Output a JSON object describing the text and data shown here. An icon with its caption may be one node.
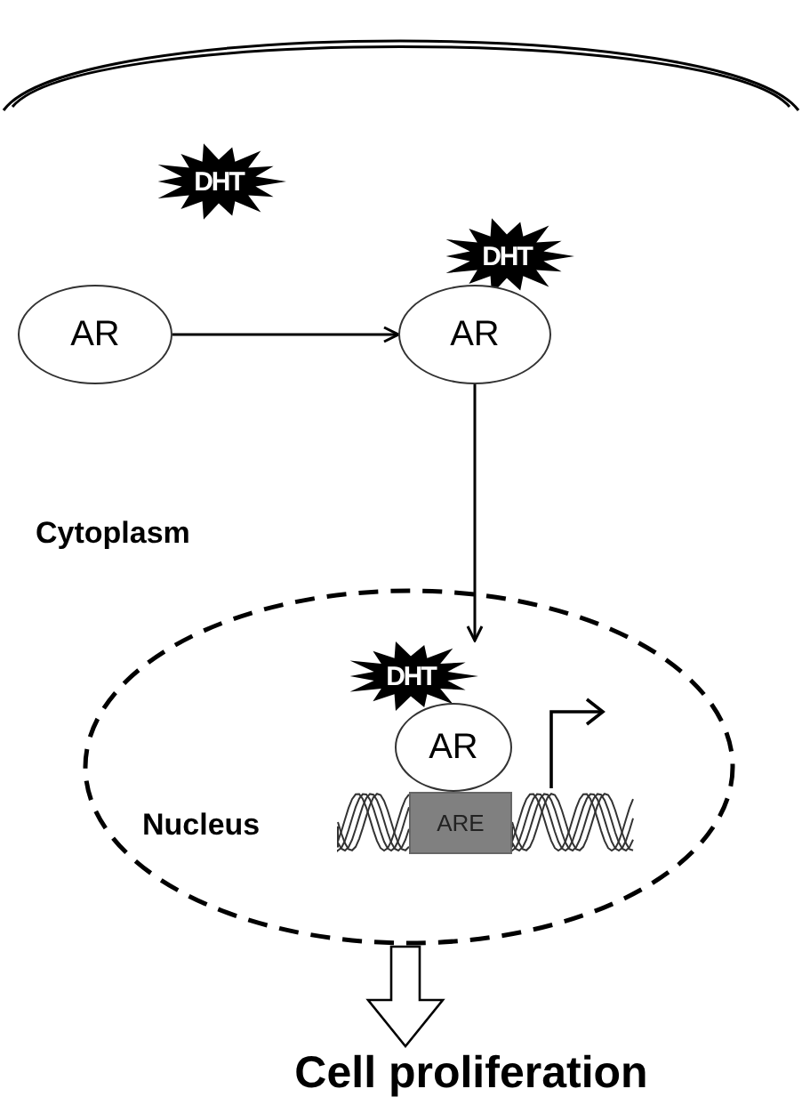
{
  "diagram": {
    "nodes": [
      {
        "text": [
          "DHT"
        ]
      },
      {
        "text": [
          "AR"
        ]
      },
      {
        "text": [
          "DHT"
        ]
      },
      {
        "text": [
          "AR"
        ]
      },
      {
        "text": [
          "Nucleus"
        ]
      },
      {
        "text": [
          "DHT"
        ],
        "in": 4
      },
      {
        "text": [
          "AR"
        ],
        "in": 4
      },
      {
        "text": [
          "ARE"
        ],
        "in": 4
      },
      {
        "text": [
          "Cell proliferation"
        ]
      }
    ],
    "edges": [
      {
        "from": 1,
        "to": 3,
        "arrow": "to"
      },
      {
        "from": 3,
        "to": 5,
        "arrow": "to"
      },
      {
        "from": 4,
        "to": 8,
        "arrow": "to",
        "style": "thick"
      }
    ],
    "labels": [
      "Cytoplasm"
    ]
  }
}
